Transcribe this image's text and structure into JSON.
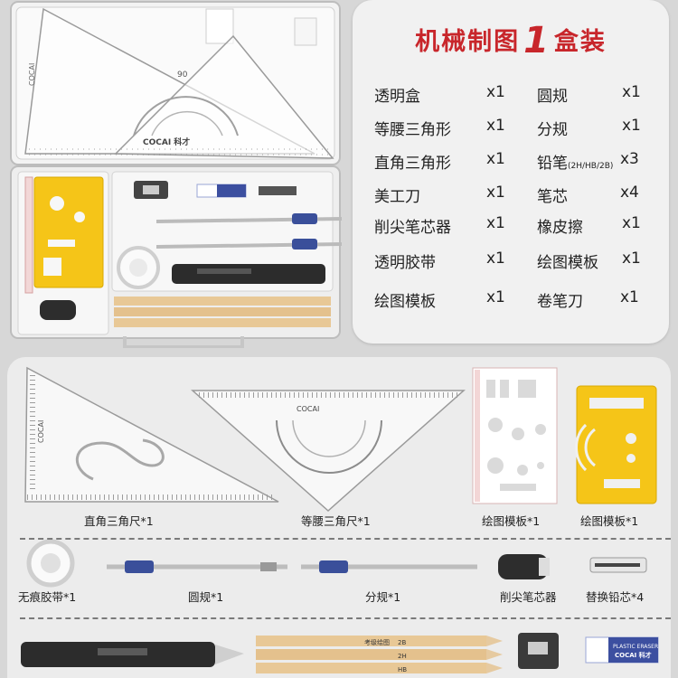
{
  "header": {
    "title_prefix": "机械制图",
    "title_number": "1",
    "title_suffix": "盒装"
  },
  "contents": [
    {
      "name": "透明盒",
      "qty": "x1"
    },
    {
      "name": "圆规",
      "qty": "x1"
    },
    {
      "name": "等腰三角形",
      "qty": "x1"
    },
    {
      "name": "分规",
      "qty": "x1"
    },
    {
      "name": "直角三角形",
      "qty": "x1"
    },
    {
      "name": "铅笔",
      "sub": "(2H/HB/2B)",
      "qty": "x3"
    },
    {
      "name": "美工刀",
      "qty": "x1"
    },
    {
      "name": "笔芯",
      "qty": "x4"
    },
    {
      "name": "削尖笔芯器",
      "qty": "x1"
    },
    {
      "name": "橡皮擦",
      "qty": "x1"
    },
    {
      "name": "透明胶带",
      "qty": "x1"
    },
    {
      "name": "绘图模板",
      "qty": "x1"
    },
    {
      "name": "绘图模板",
      "qty": "x1"
    },
    {
      "name": "卷笔刀",
      "qty": "x1"
    }
  ],
  "captions": {
    "right_triangle": "直角三角尺*1",
    "isosceles_triangle": "等腰三角尺*1",
    "template_white": "绘图模板*1",
    "template_yellow": "绘图模板*1",
    "tape": "无痕胶带*1",
    "compass": "圆规*1",
    "divider": "分规*1",
    "lead_sharpener": "削尖笔芯器",
    "lead_refill": "替换铅芯*4"
  },
  "brand": {
    "logo": "COCAI 科才",
    "pencil_label": "考级绘图",
    "pencil_grades": [
      "2B",
      "2H",
      "HB"
    ],
    "eraser_label": "COCAI 科才",
    "eraser_sub": "PLASTIC ERASER",
    "protractor_mark": "90"
  },
  "colors": {
    "title_red": "#c8262b",
    "card_bg": "#f1f1f1",
    "page_bg": "#d7d7d7",
    "panel_bg": "#ececec",
    "template_yellow": "#f5c518",
    "compass_blue": "#3a4f9a"
  }
}
